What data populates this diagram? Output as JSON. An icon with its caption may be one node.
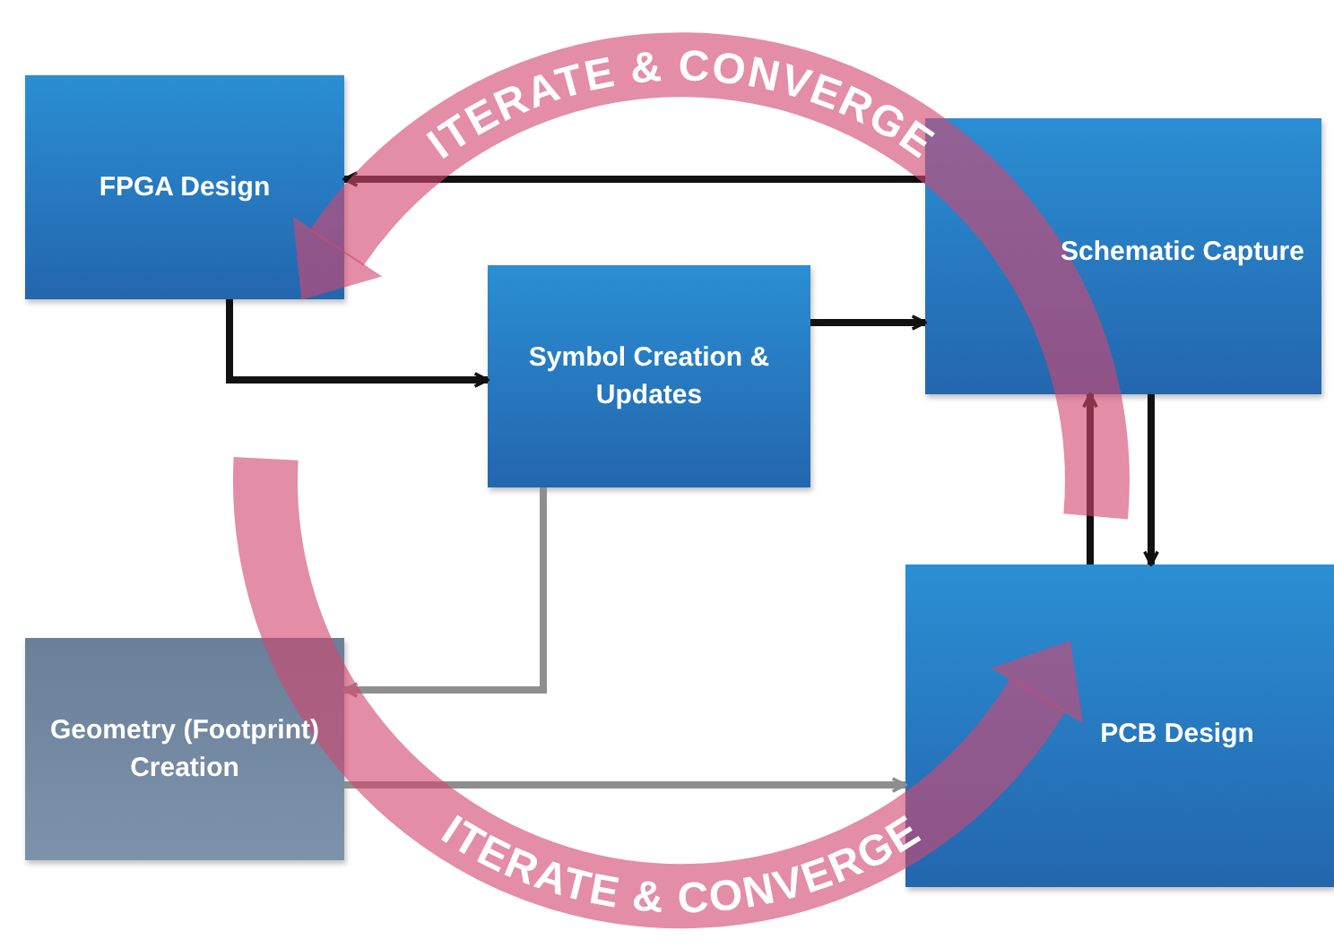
{
  "diagram": {
    "nodes": [
      {
        "text": [
          "FPGA Design"
        ]
      },
      {
        "text": [
          "Symbol Creation & Updates"
        ]
      },
      {
        "text": [
          "Schematic Capture"
        ]
      },
      {
        "text": [
          "Geometry (Footprint) Creation"
        ]
      },
      {
        "text": [
          "PCB Design"
        ]
      }
    ],
    "edges": [
      {
        "from": 2,
        "to": 0,
        "arrow": "to"
      },
      {
        "from": 0,
        "to": 1,
        "arrow": "to"
      },
      {
        "from": 1,
        "to": 2,
        "arrow": "to"
      },
      {
        "from": 2,
        "to": 4,
        "arrow": "to"
      },
      {
        "from": 4,
        "to": 2,
        "arrow": "to"
      },
      {
        "from": 1,
        "to": 3,
        "arrow": "to",
        "color": "#8e8e8e"
      },
      {
        "from": 3,
        "to": 4,
        "arrow": "to",
        "color": "#8e8e8e"
      },
      {
        "from": null,
        "to": 0,
        "arrow": "to",
        "label": "ITERATE & CONVERGE",
        "style": "thick",
        "color": "#d2476f"
      },
      {
        "from": null,
        "to": 4,
        "arrow": "to",
        "label": "ITERATE & CONVERGE",
        "style": "thick",
        "color": "#d2476f"
      }
    ]
  }
}
